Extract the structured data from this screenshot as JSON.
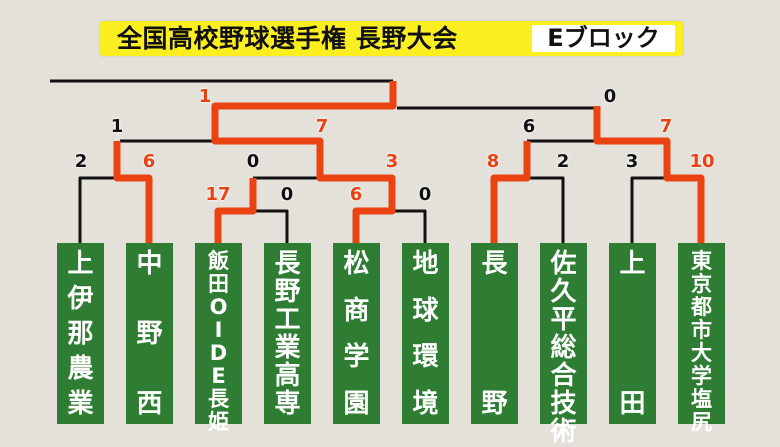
{
  "title": {
    "main": "全国高校野球選手権 長野大会",
    "block": "Eブロック"
  },
  "colors": {
    "winner_line": "#ea4211",
    "loser_line": "#111111",
    "team_box": "#2e7d32",
    "title_bg": "#fbef21",
    "background": "#e3e1da"
  },
  "teams": [
    {
      "name": "上伊那農業",
      "chars": [
        "上",
        "伊",
        "那",
        "農",
        "業"
      ]
    },
    {
      "name": "中野西",
      "chars": [
        "中",
        "野",
        "",
        "",
        "西"
      ]
    },
    {
      "name": "飯田OIDE長姫",
      "chars": [
        "飯",
        "田",
        "O",
        "I",
        "D",
        "E",
        "長",
        "姫"
      ]
    },
    {
      "name": "長野工業高専",
      "chars": [
        "長",
        "野",
        "工",
        "業",
        "高",
        "専"
      ]
    },
    {
      "name": "松商学園",
      "chars": [
        "松",
        "商",
        "学",
        "園"
      ]
    },
    {
      "name": "地球環境",
      "chars": [
        "地",
        "球",
        "環",
        "境"
      ]
    },
    {
      "name": "長野",
      "chars": [
        "長",
        "",
        "",
        "",
        "野"
      ]
    },
    {
      "name": "佐久平総合技術",
      "chars": [
        "佐",
        "久",
        "平",
        "総",
        "合",
        "技",
        "術"
      ]
    },
    {
      "name": "上田",
      "chars": [
        "上",
        "",
        "",
        "",
        "田"
      ]
    },
    {
      "name": "東京都市大学塩尻",
      "chars": [
        "東",
        "京",
        "都",
        "市",
        "大",
        "学",
        "塩",
        "尻"
      ]
    }
  ],
  "scores": {
    "r1_kamiina": "2",
    "r1_nakanonishi": "6",
    "r1_iida": "17",
    "r1_nagano_kosen": "0",
    "r1_matsusho": "6",
    "r1_chikyu": "0",
    "r1_nagano": "8",
    "r1_sakudaira": "2",
    "r1_ueda": "3",
    "r1_toshidai": "10",
    "r2_iida": "0",
    "r2_matsusho": "3",
    "r3_nakanonishi": "1",
    "r3_matsusho": "7",
    "r2_nagano": "6",
    "r2_toshidai": "7",
    "final_matsusho": "1",
    "final_toshidai": "0"
  }
}
